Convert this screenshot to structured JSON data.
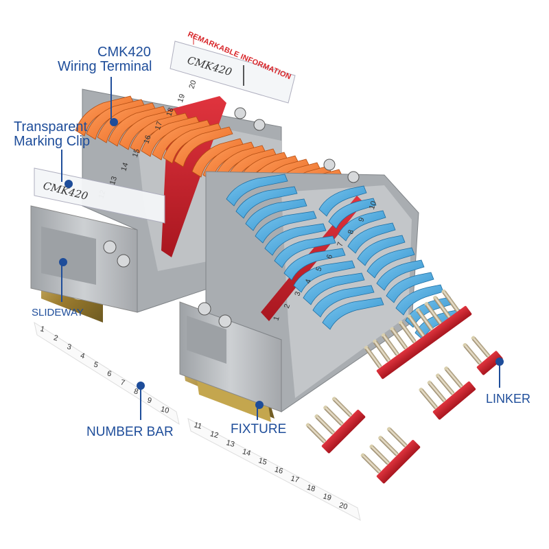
{
  "labels": {
    "product_line1": "CMK420",
    "product_line2": "Wiring Terminal",
    "clip_line1": "Transparent",
    "clip_line2": "Marking Clip",
    "remark": "REMARKABLE INFORMATION",
    "slideway": "SLIDEWAY",
    "number_bar": "NUMBER BAR",
    "fixture": "FIXTURE",
    "linker": "LINKER"
  },
  "marking_text": "CMK420",
  "terminal_numbers": {
    "orange_block": [
      "12",
      "13",
      "14",
      "15",
      "16",
      "17",
      "18",
      "19",
      "20"
    ],
    "blue_block": [
      "1",
      "2",
      "3",
      "4",
      "5",
      "6",
      "7",
      "8",
      "9",
      "10"
    ],
    "number_bar_1": [
      "1",
      "2",
      "3",
      "4",
      "5",
      "6",
      "7",
      "8",
      "9",
      "10"
    ],
    "number_bar_2": [
      "11",
      "12",
      "13",
      "14",
      "15",
      "16",
      "17",
      "18",
      "19",
      "20"
    ]
  },
  "colors": {
    "label_blue": "#1e4d9a",
    "remark_red": "#d8262a",
    "lever_orange": "#f07a2e",
    "lever_blue": "#3a9fd8",
    "body_grey": "#b9bcc0",
    "linker_red": "#c8202b",
    "rail_gold": "#b89a45"
  }
}
